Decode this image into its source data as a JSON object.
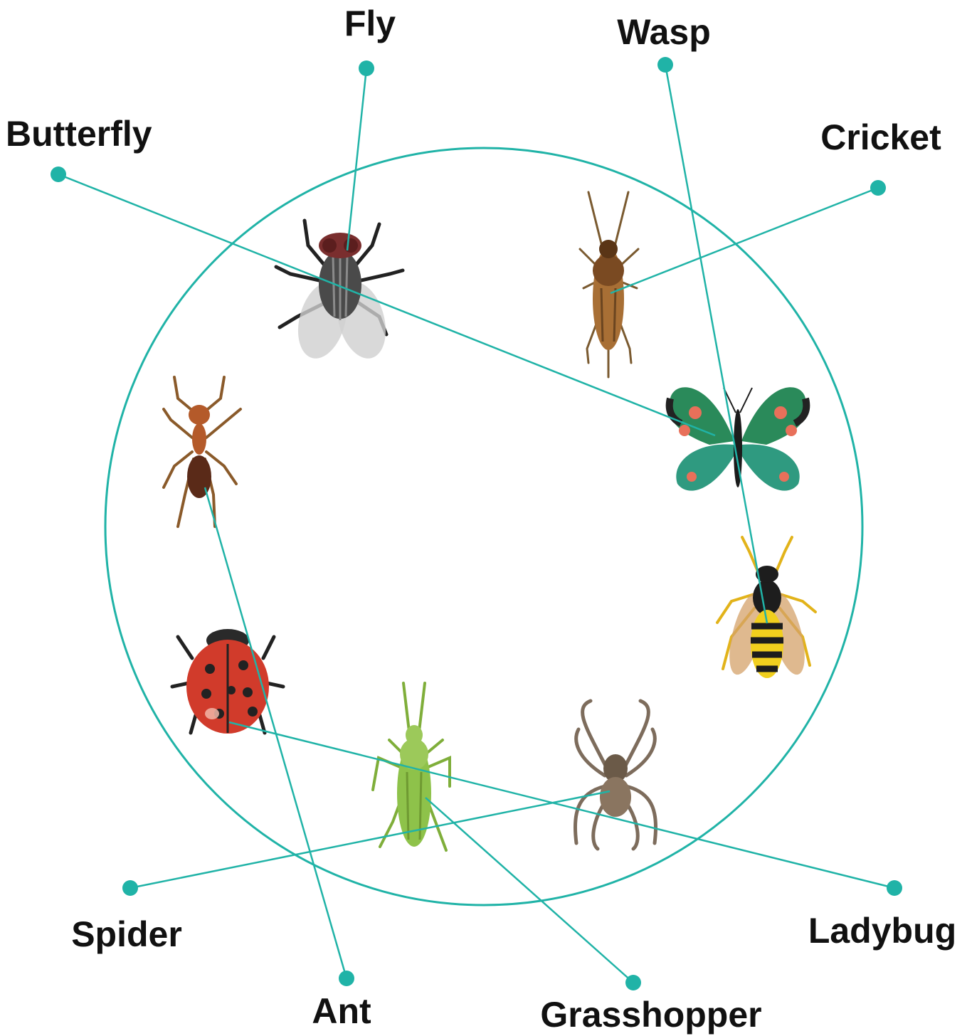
{
  "colors": {
    "accent": "#20b3a7"
  },
  "labels": {
    "fly": "Fly",
    "wasp": "Wasp",
    "butterfly": "Butterfly",
    "cricket": "Cricket",
    "spider": "Spider",
    "ladybug": "Ladybug",
    "ant": "Ant",
    "grasshopper": "Grasshopper"
  },
  "illustrations": [
    "fly",
    "cricket",
    "butterfly",
    "wasp",
    "spider",
    "grasshopper",
    "ladybug",
    "ant"
  ]
}
